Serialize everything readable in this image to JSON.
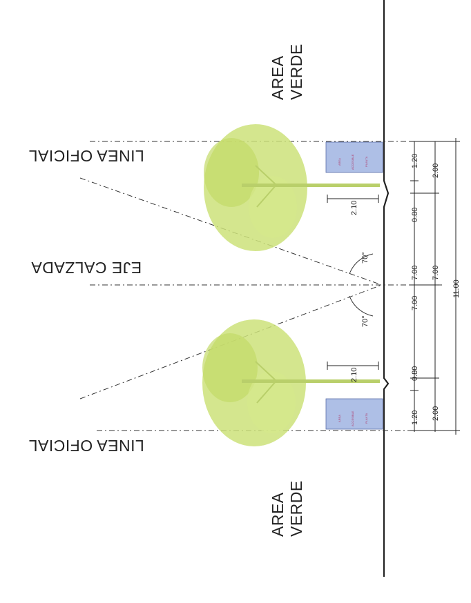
{
  "labels": {
    "area_verde_top_1": "AREA",
    "area_verde_top_2": "VERDE",
    "area_verde_bottom_1": "AREA",
    "area_verde_bottom_2": "VERDE",
    "linea_oficial_top": "LINEA OFICIAL",
    "linea_oficial_bottom": "LINEA OFICIAL",
    "eje_calzada": "EJE CALZADA"
  },
  "angles": {
    "upper": "70°",
    "lower": "70°"
  },
  "dimensions": {
    "top_planter": "1.20",
    "top_sidewalk": "2.00",
    "top_tree_height": "2.10",
    "top_curb": "0.80",
    "top_lane_inner": "7.00",
    "top_lane_outer": "7.00",
    "total": "11.00",
    "bottom_lane_inner": "7.00",
    "bottom_curb": "0.80",
    "bottom_tree_height": "2.10",
    "bottom_planter": "1.20",
    "bottom_sidewalk": "2.00"
  },
  "planter_text": {
    "line1": "AREA",
    "line2": "ACCESIBLE",
    "line3": "PLANTA"
  },
  "colors": {
    "tree_foliage": "#cde27a",
    "tree_trunk": "#b9cf6a",
    "planter_fill": "#aebfe6",
    "line": "#222222"
  }
}
